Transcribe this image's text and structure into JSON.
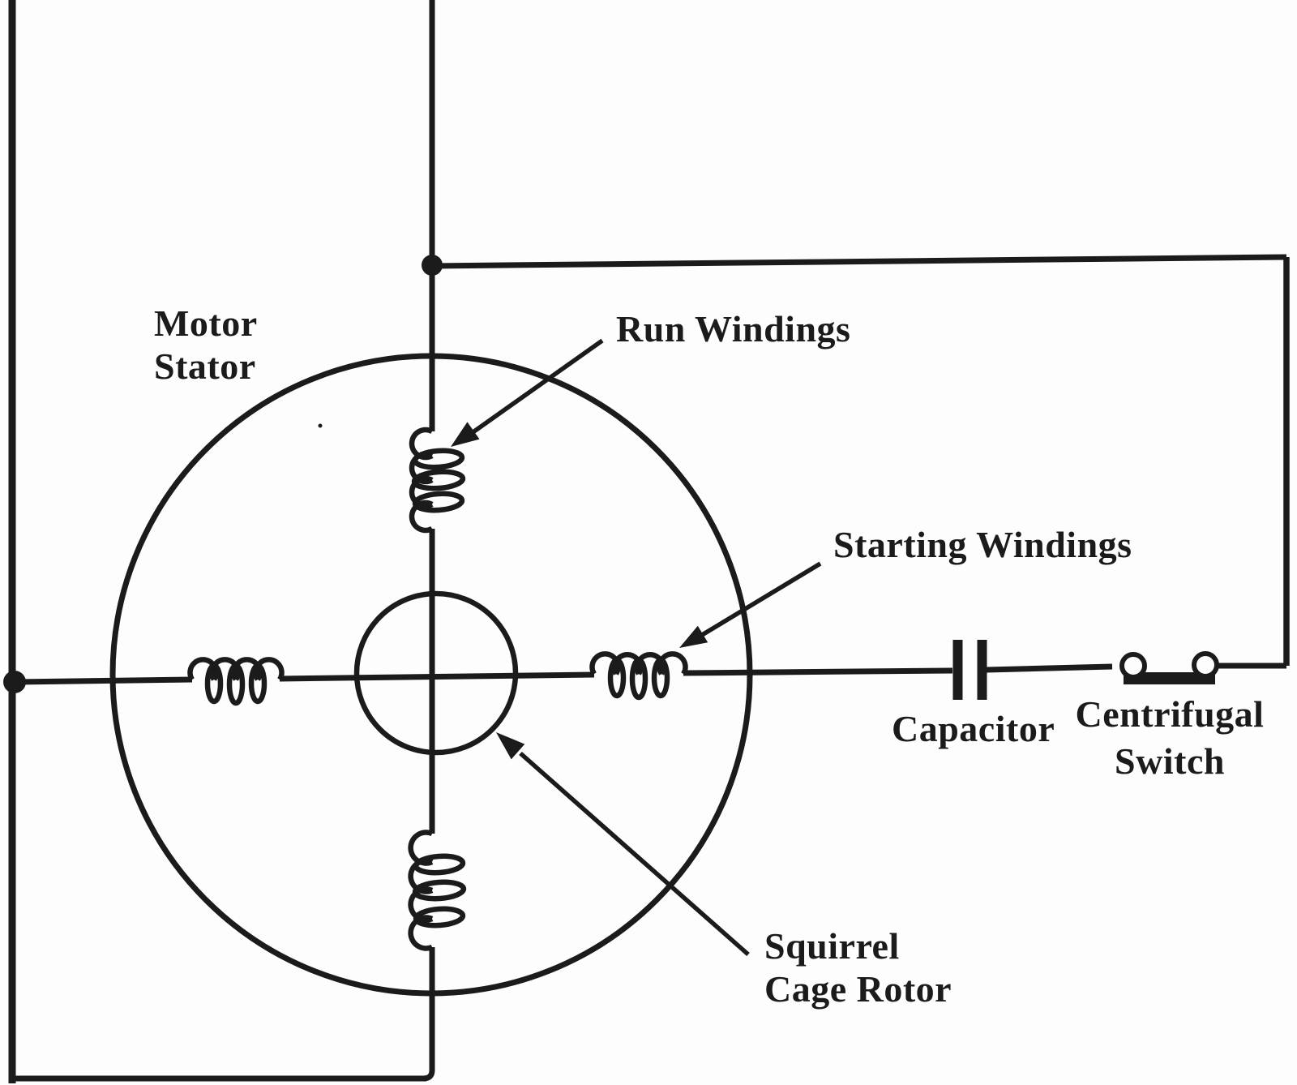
{
  "figure": {
    "background": "#fdfdfd",
    "ink": "#1b1b1b",
    "labels": {
      "motor_stator": {
        "line1": "Motor",
        "line2": "Stator"
      },
      "run_windings": {
        "text": "Run Windings"
      },
      "starting_windings": {
        "text": "Starting Windings"
      },
      "capacitor": {
        "text": "Capacitor"
      },
      "centrifugal_switch": {
        "line1": "Centrifugal",
        "line2": "Switch"
      },
      "squirrel_cage_rotor": {
        "line1": "Squirrel",
        "line2": "Cage Rotor"
      }
    }
  }
}
